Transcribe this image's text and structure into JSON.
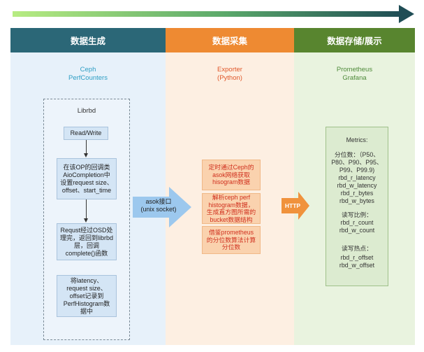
{
  "headers": {
    "generation": "数据生成",
    "collection": "数据采集",
    "storage": "数据存储/展示"
  },
  "generation": {
    "source_line1": "Ceph",
    "source_line2": "PerfCounters",
    "container_title": "Librbd",
    "steps": [
      {
        "lines": [
          "Read/Write"
        ]
      },
      {
        "lines": [
          "在该OP的回调类",
          "AioCompletion中",
          "设置request size、",
          "offset、start_time"
        ]
      },
      {
        "lines": [
          "Requst经过OSD处",
          "理完，返回到librbd",
          "层，回调",
          "complete()函数"
        ]
      },
      {
        "lines": [
          "将latency、",
          "request size、",
          "offset记录到",
          "PerfHistogram数",
          "据中"
        ]
      }
    ]
  },
  "transport": {
    "asok_line1": "asok接口",
    "asok_line2": "(unix socket)",
    "http": "HTTP"
  },
  "collection": {
    "source_line1": "Exporter",
    "source_line2": "(Python)",
    "steps": [
      {
        "lines": [
          "定时通过Ceph的",
          "asok网络获取",
          "hisogram数据"
        ]
      },
      {
        "lines": [
          "解析ceph perf",
          "histogram数据，",
          "生成直方图所需的",
          "bucket数据结构"
        ]
      },
      {
        "lines": [
          "借鉴prometheus",
          "的分位数算法计算",
          "分位数"
        ]
      }
    ]
  },
  "storage": {
    "source_line1": "Prometheus",
    "source_line2": "Grafana",
    "metrics": {
      "title": "Metrics:",
      "quantile_line1": "分位数：（P50、",
      "quantile_line2": "P80、P90、P95、",
      "quantile_line3": "P99、P99.9)",
      "quantile_items": [
        "rbd_r_latency",
        "rbd_w_latency",
        "rbd_r_bytes",
        "rbd_w_bytes"
      ],
      "ratio_title": "读写比例：",
      "ratio_items": [
        "rbd_r_count",
        "rbd_w_count"
      ],
      "hotspot_title": "读写热点：",
      "hotspot_items": [
        "rbd_r_offset",
        "rbd_w_offset"
      ]
    }
  },
  "colors": {
    "gen_header": "#2b6777",
    "col_header": "#ee8a32",
    "store_header": "#58852f",
    "arrow_start": "#b7ec82",
    "arrow_end": "#1f4d55"
  }
}
